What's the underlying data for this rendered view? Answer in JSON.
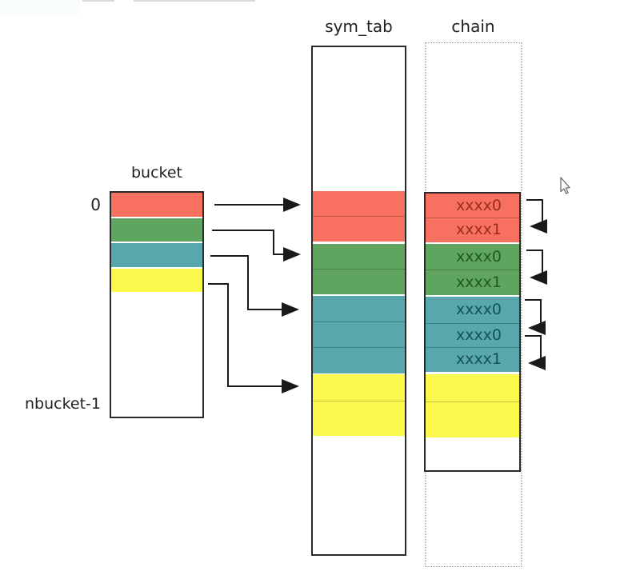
{
  "labels": {
    "bucket_title": "bucket",
    "symtab_title": "sym_tab",
    "chain_title": "chain",
    "bucket_index_first": "0",
    "bucket_index_last": "nbucket-1"
  },
  "colors": {
    "red": "#f8705f",
    "green": "#5fa55f",
    "teal": "#58a7ac",
    "yellow": "#fbf84d",
    "red_text": "#9b2d20",
    "green_text": "#1d5c20",
    "teal_text": "#14525a",
    "outline": "#2b2b2b"
  },
  "chain_entries": [
    {
      "label": "xxxx0",
      "group": "red"
    },
    {
      "label": "xxxx1",
      "group": "red"
    },
    {
      "label": "xxxx0",
      "group": "green"
    },
    {
      "label": "xxxx1",
      "group": "green"
    },
    {
      "label": "xxxx0",
      "group": "teal"
    },
    {
      "label": "xxxx0",
      "group": "teal"
    },
    {
      "label": "xxxx1",
      "group": "teal"
    }
  ]
}
